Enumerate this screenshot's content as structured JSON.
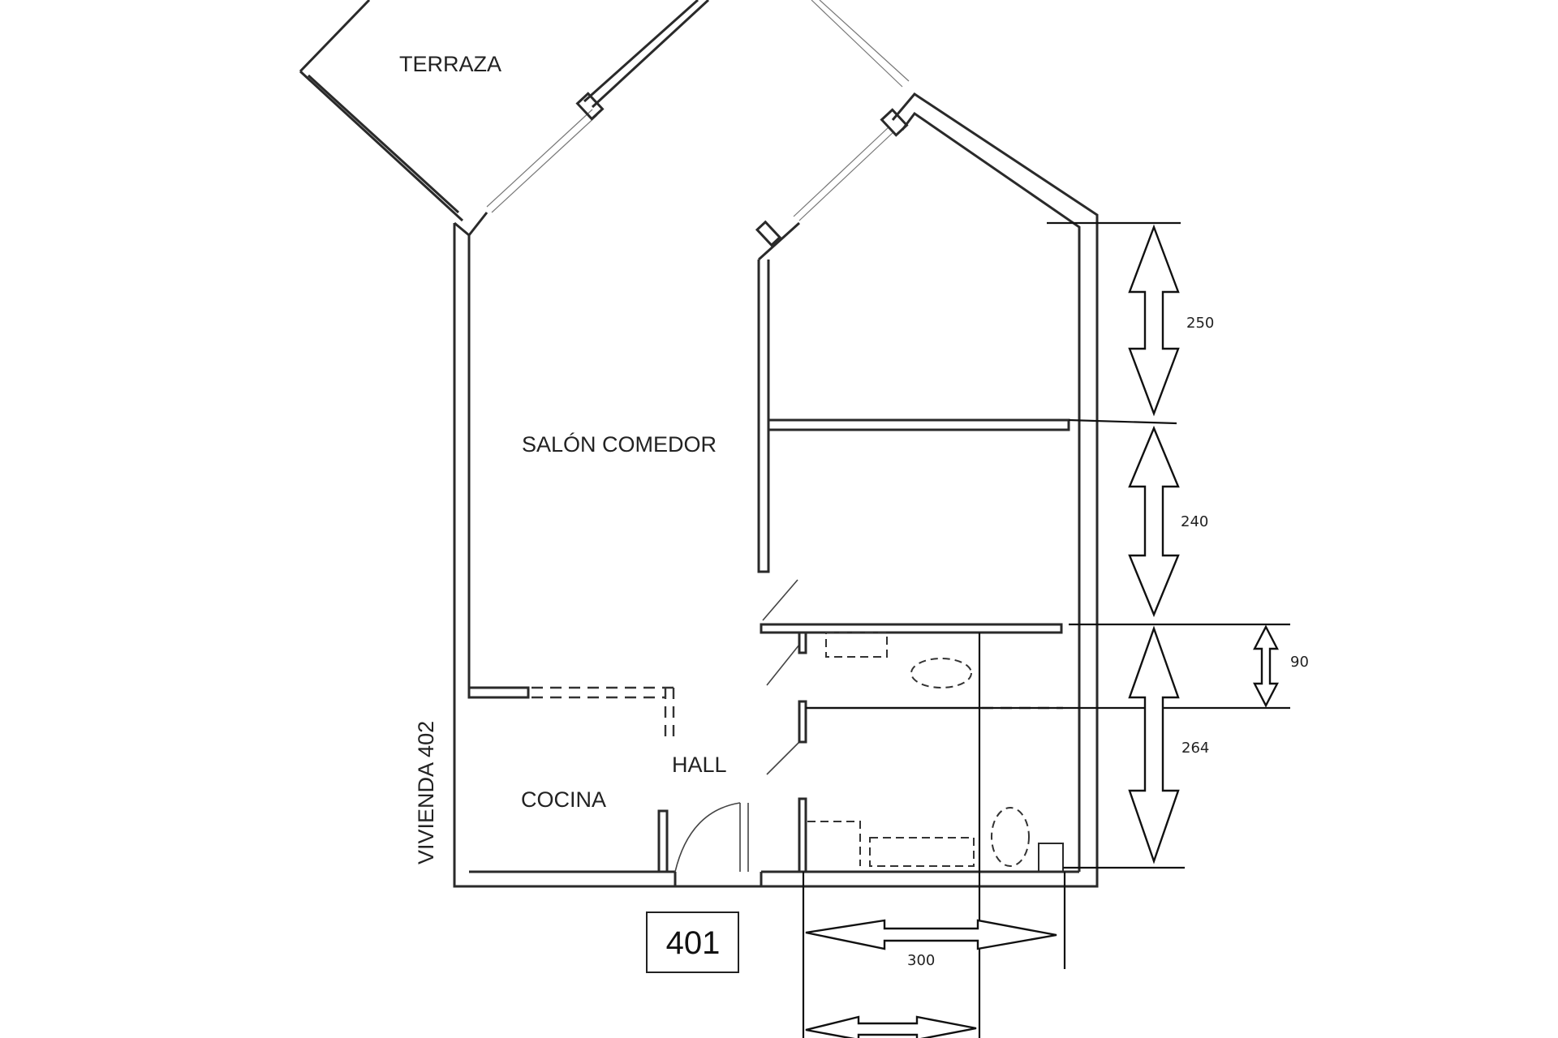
{
  "rooms": {
    "terraza": "TERRAZA",
    "salon_comedor": "SALÓN COMEDOR",
    "hall": "HALL",
    "cocina": "COCINA"
  },
  "neighbor_label": "VIVIENDA 402",
  "unit_number": "401",
  "dimensions": {
    "d250": "250",
    "d240": "240",
    "d90": "90",
    "d264": "264",
    "d300": "300"
  }
}
